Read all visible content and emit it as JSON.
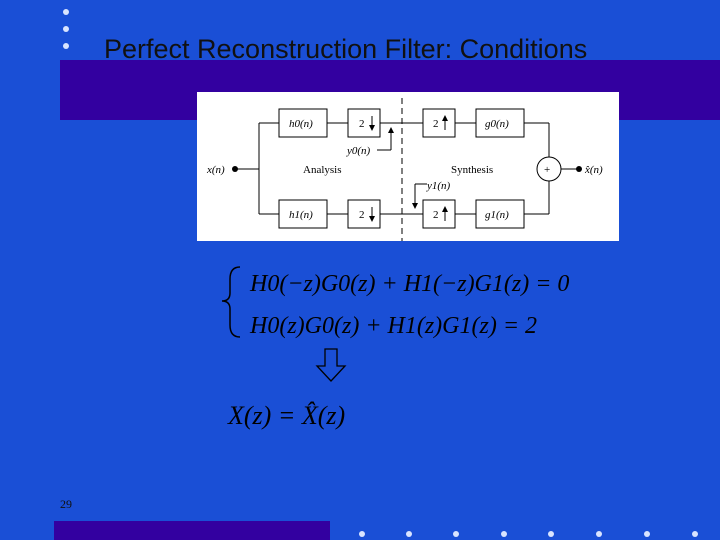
{
  "slide": {
    "title": "Perfect Reconstruction Filter: Conditions",
    "page_number": "29",
    "colors": {
      "background": "#1a4fd6",
      "accent_bar": "#3300a0",
      "bullet": "#d9e4ff"
    }
  },
  "diagram": {
    "input": "x(n)",
    "output": "x̂(n)",
    "analysis_label": "Analysis",
    "synthesis_label": "Synthesis",
    "h0": "h0(n)",
    "h1": "h1(n)",
    "g0": "g0(n)",
    "g1": "g1(n)",
    "y0": "y0(n)",
    "y1": "y1(n)",
    "down": "2",
    "up": "2",
    "plus": "+"
  },
  "equations": {
    "line1": "H0(−z)G0(z) + H1(−z)G1(z) = 0",
    "line2": "H0(z)G0(z) + H1(z)G1(z) = 2",
    "result": "X(z) = X̂(z)"
  }
}
